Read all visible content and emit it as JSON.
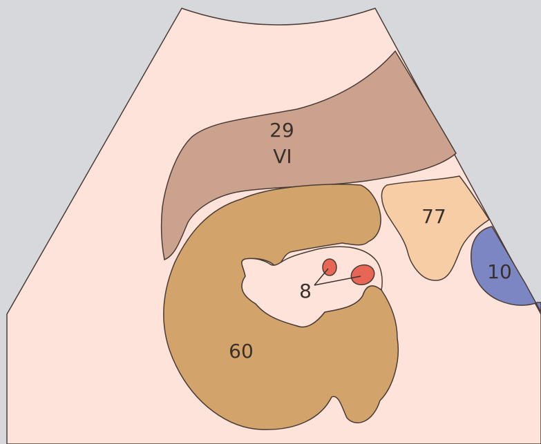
{
  "colors": {
    "frame_gray": "#d6d8dc",
    "scan_field": "#fde3d9",
    "liver_region": "#cba28d",
    "kidney_region": "#d2a46c",
    "region_77": "#f7cda6",
    "vessel_10": "#7b86c3",
    "red_structures": "#e86655",
    "outline": "#4a3a34"
  },
  "labels": {
    "region_29_number": "29",
    "region_29_numeral": "VI",
    "region_77": "77",
    "region_10": "10",
    "region_8": "8",
    "region_60": "60"
  }
}
